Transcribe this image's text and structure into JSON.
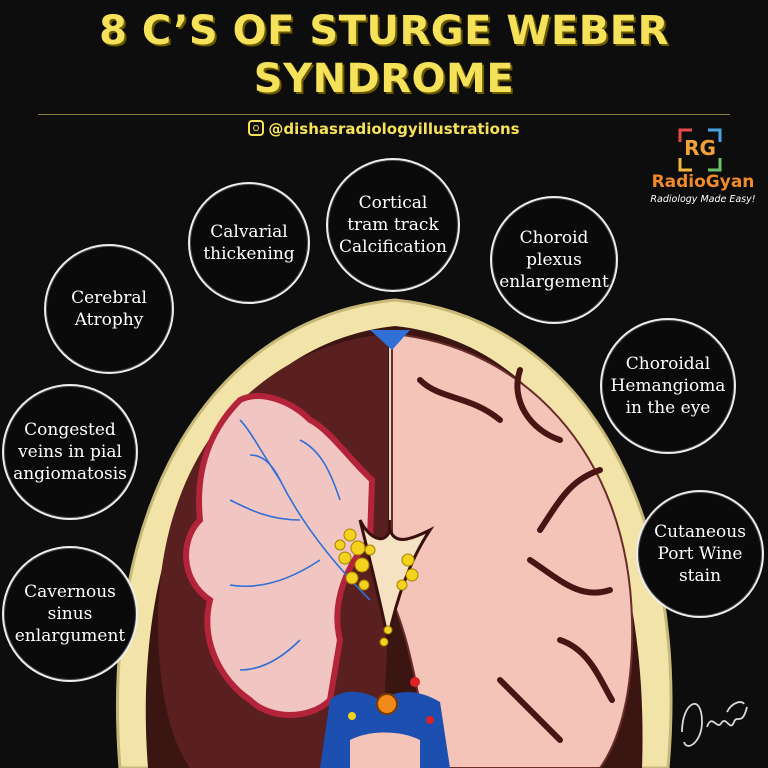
{
  "title": {
    "line1": "8 C’S OF STURGE WEBER",
    "line2": "SYNDROME"
  },
  "handle": "@dishasradiologyillustrations",
  "logo": {
    "mark": "RG",
    "brand": "RadioGyan",
    "tagline": "Radiology Made Easy!"
  },
  "bubbles": [
    {
      "id": "calvarial",
      "text": "Calvarial\nthickening"
    },
    {
      "id": "cortical",
      "text": "Cortical\ntram track\nCalcification"
    },
    {
      "id": "choroid-plexus",
      "text": "Choroid\nplexus\nenlargement"
    },
    {
      "id": "cerebral-atrophy",
      "text": "Cerebral\nAtrophy"
    },
    {
      "id": "choroidal-hemangioma",
      "text": "Choroidal\nHemangioma\nin the eye"
    },
    {
      "id": "congested-veins",
      "text": "Congested\nveins in pial\nangiomatosis"
    },
    {
      "id": "port-wine",
      "text": "Cutaneous\nPort Wine\nstain"
    },
    {
      "id": "cavernous-sinus",
      "text": "Cavernous\nsinus\nenlargument"
    }
  ],
  "colors": {
    "title": "#f6e25a",
    "skull": "#f2e4a8",
    "brain_right": "#f4c4b8",
    "brain_left_bg": "#5a1f1f",
    "gyri_outline": "#b3243a",
    "calcification": "#f4d21e",
    "vessel": "#2f6fd6"
  }
}
